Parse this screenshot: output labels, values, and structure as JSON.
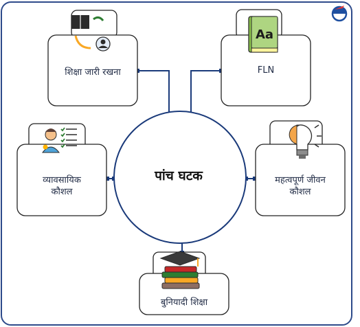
{
  "center": {
    "title": "पांच घटक"
  },
  "components": {
    "education": {
      "label": "शिक्षा जारी रखना",
      "icon": "book-cycle-person-icon"
    },
    "fln": {
      "label": "FLN",
      "icon": "alphabet-book-icon"
    },
    "vocational": {
      "label_line1": "व्यावसायिक",
      "label_line2": "कौशल",
      "icon": "student-checklist-icon"
    },
    "lifeskills": {
      "label_line1": "महत्वपूर्ण जीवन",
      "label_line2": "कौशल",
      "icon": "lightbulb-brain-icon"
    },
    "foundational": {
      "label": "बुनियादी शिक्षा",
      "icon": "graduation-books-icon"
    }
  },
  "colors": {
    "frame": "#2d4a8a",
    "accent": "#1a3a7a",
    "logo_red": "#e53935",
    "logo_blue": "#1e4fa0"
  }
}
